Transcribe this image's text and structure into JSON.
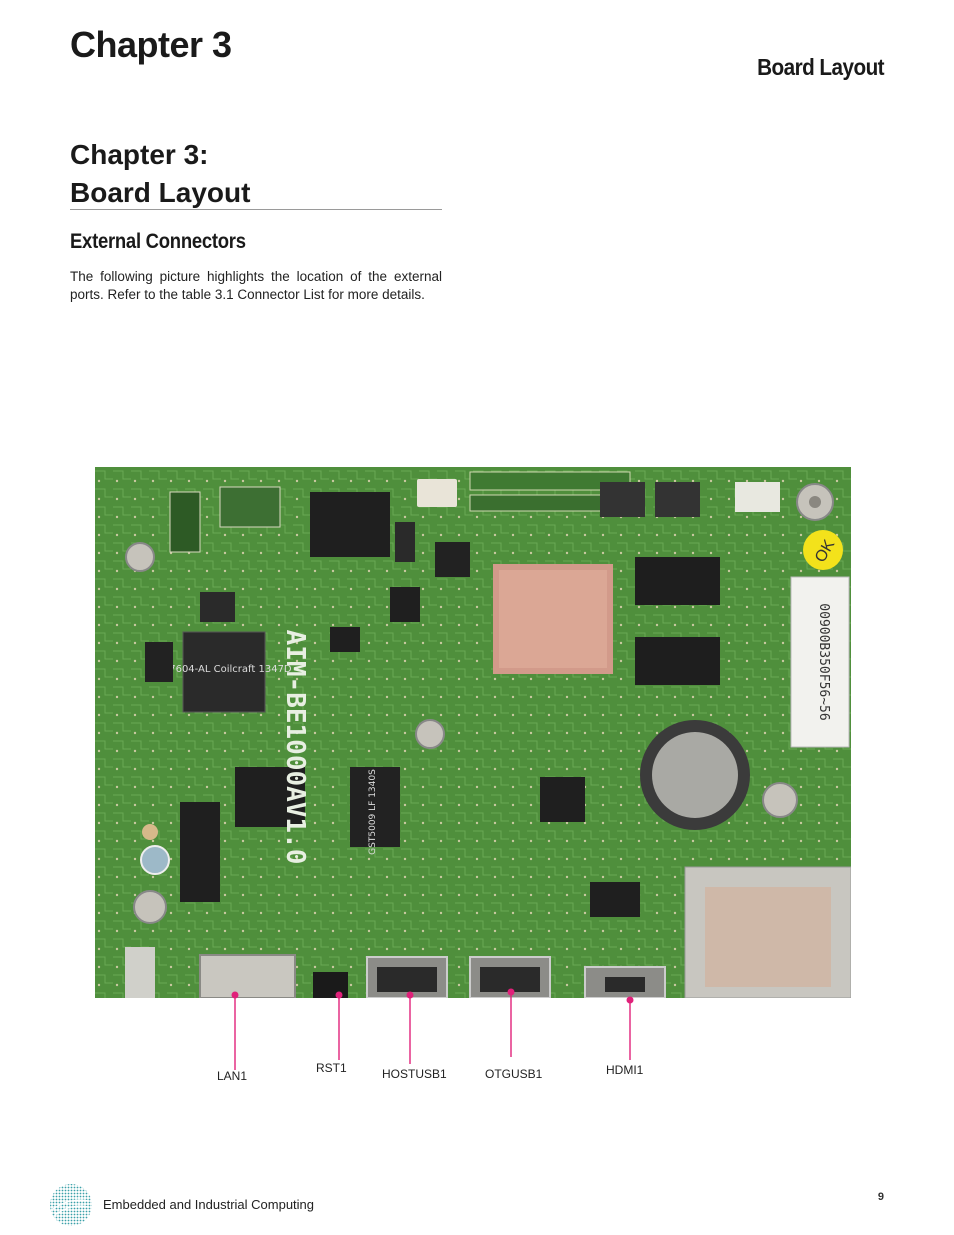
{
  "header": {
    "chapter": "Chapter 3",
    "section": "Board Layout"
  },
  "title": {
    "line1": "Chapter 3:",
    "line2": "Board Layout"
  },
  "subheading": "External Connectors",
  "intro": "The following picture highlights the location of the external ports.  Refer to the table 3.1 Connector List for more details.",
  "board": {
    "silkscreen": "AIM-BE1000AV1.0",
    "serial_label": "00900B350F56~56",
    "chip_marking_1": "CO7604-AL Coilcraft 1347D",
    "chip_marking_2": "GST5009 LF 1340S",
    "sticker": "OK",
    "connectors": [
      "LAN1",
      "RST1",
      "HOSTUSB1",
      "OTGUSB1",
      "HDMI1"
    ]
  },
  "colors": {
    "callout": "#e0217a",
    "pcb": "#4f8f3c"
  },
  "footer": {
    "text": "Embedded and Industrial Computing",
    "page": "9"
  }
}
